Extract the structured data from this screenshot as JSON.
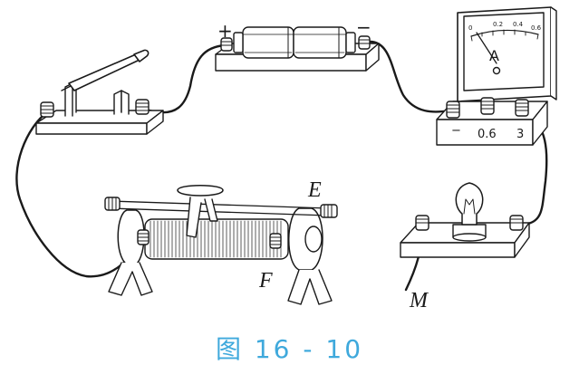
{
  "battery": {
    "plus_sign": "+",
    "minus_sign": "−"
  },
  "ammeter": {
    "unit_letter": "A",
    "scale_labels": [
      "0",
      "0.2",
      "0.4",
      "0.6"
    ],
    "terminal_labels": [
      "−",
      "0.6",
      "3"
    ]
  },
  "rheostat": {
    "label_e": "E",
    "label_f": "F"
  },
  "wire_end": {
    "label_m": "M"
  },
  "caption": "图 16 - 10",
  "colors": {
    "line": "#1a1a1a",
    "caption": "#3fa9dc"
  }
}
